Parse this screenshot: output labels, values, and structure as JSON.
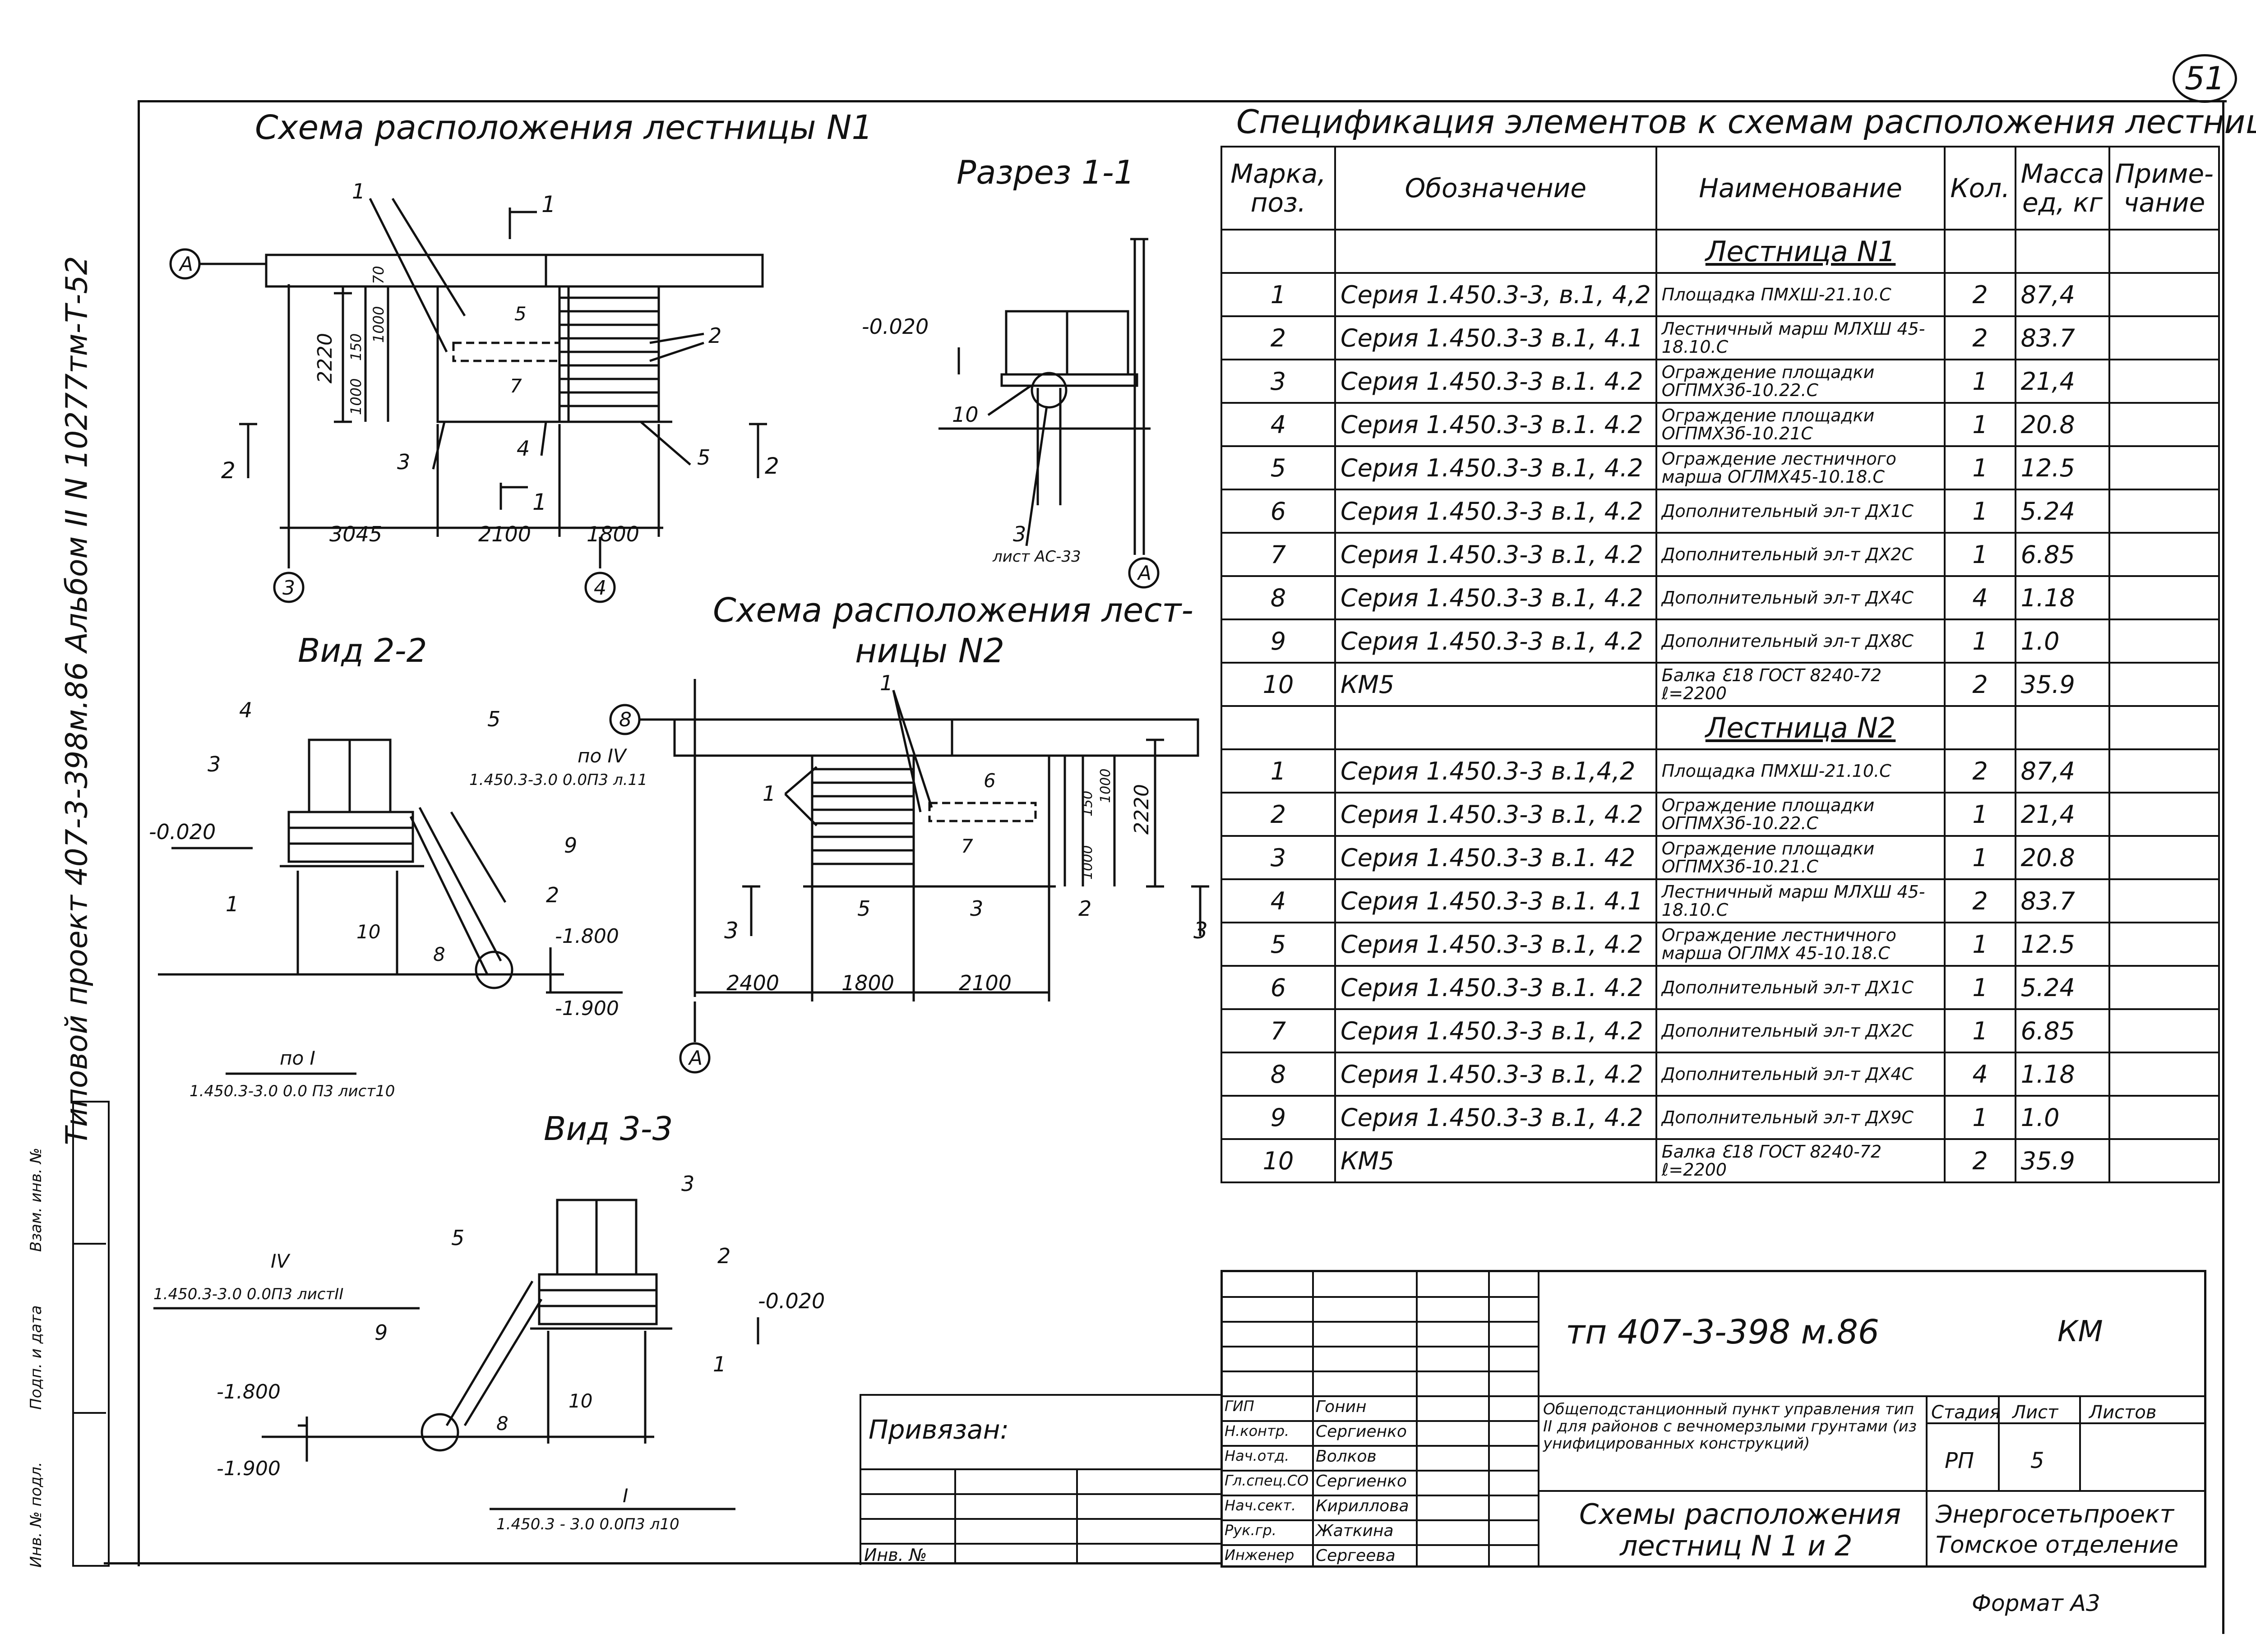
{
  "sheet": {
    "page_number": "51",
    "side_stamp": "Типовой проект 407-3-398м.86 Альбом II N 10277тм-Т-52",
    "side_labels": [
      "Инв. № подл.",
      "Подп. и дата",
      "Взам. инв. №"
    ],
    "format": "Формат А3"
  },
  "views": {
    "stair1_title": "Схема расположения лестницы N1",
    "section_title": "Разрез 1-1",
    "stair2_title_line1": "Схема расположения лест-",
    "stair2_title_line2": "ницы N2",
    "view22_title": "Вид 2-2",
    "view33_title": "Вид 3-3"
  },
  "plan1": {
    "axis_a": "А",
    "axis_3": "3",
    "axis_4": "4",
    "dims": [
      "3045",
      "2100",
      "1800",
      "2220",
      "1000",
      "150",
      "1000",
      "70"
    ],
    "section_mark": "1",
    "cut2": "2",
    "callouts": [
      "1",
      "2",
      "3",
      "4",
      "5",
      "5",
      "7"
    ]
  },
  "section11": {
    "level": "-0.020",
    "callout10": "10",
    "callout3": "3",
    "sheet_ref": "лист АС-33",
    "axis_a": "А"
  },
  "plan2": {
    "axis_8": "8",
    "axis_a": "А",
    "dims": [
      "2400",
      "1800",
      "2100",
      "2220",
      "1000",
      "150",
      "1000"
    ],
    "callouts": [
      "1",
      "1",
      "6",
      "7",
      "5",
      "3",
      "2"
    ],
    "cut3": "3"
  },
  "view22": {
    "level1": "-0.020",
    "level2": "-1.800",
    "level3": "-1.900",
    "ref_iv": "по IV",
    "ref_iv_text": "1.450.3-3.0 0.0П3 л.11",
    "ref_i": "по I",
    "ref_i_text": "1.450.3-3.0 0.0 П3 лист10",
    "callouts": [
      "4",
      "3",
      "5",
      "9",
      "2",
      "1",
      "10",
      "8"
    ]
  },
  "view33": {
    "level1": "-0.020",
    "level2": "-1.800",
    "level3": "-1.900",
    "ref_iv": "IV",
    "ref_iv_text": "1.450.3-3.0 0.0П3 листII",
    "ref_i": "I",
    "ref_i_text": "1.450.3 - 3.0 0.0П3 л10",
    "callouts": [
      "3",
      "5",
      "2",
      "9",
      "8",
      "10",
      "1"
    ]
  },
  "spec": {
    "title": "Спецификация элементов к схемам расположения лестниц",
    "headers": [
      "Марка, поз.",
      "Обозначение",
      "Наименование",
      "Кол.",
      "Масса ед, кг",
      "Приме- чание"
    ],
    "group1": "Лестница N1",
    "group2": "Лестница N2",
    "rows1": [
      [
        "1",
        "Серия 1.450.3-3, в.1, 4,2",
        "Площадка ПМХШ-21.10.С",
        "2",
        "87,4"
      ],
      [
        "2",
        "Серия 1.450.3-3 в.1, 4.1",
        "Лестничный марш МЛХШ 45-18.10.С",
        "2",
        "83.7"
      ],
      [
        "3",
        "Серия 1.450.3-3 в.1. 4.2",
        "Ограждение площадки ОГПМХ3б-10.22.С",
        "1",
        "21,4"
      ],
      [
        "4",
        "Серия 1.450.3-3 в.1. 4.2",
        "Ограждение площадки ОГПМХ3б-10.21С",
        "1",
        "20.8"
      ],
      [
        "5",
        "Серия 1.450.3-3 в.1, 4.2",
        "Ограждение лестничного марша ОГЛМХ45-10.18.С",
        "1",
        "12.5"
      ],
      [
        "6",
        "Серия 1.450.3-3 в.1, 4.2",
        "Дополнительный эл-т ДХ1С",
        "1",
        "5.24"
      ],
      [
        "7",
        "Серия 1.450.3-3 в.1, 4.2",
        "Дополнительный эл-т ДХ2С",
        "1",
        "6.85"
      ],
      [
        "8",
        "Серия 1.450.3-3 в.1, 4.2",
        "Дополнительный эл-т ДХ4С",
        "4",
        "1.18"
      ],
      [
        "9",
        "Серия 1.450.3-3 в.1, 4.2",
        "Дополнительный эл-т ДХ8С",
        "1",
        "1.0"
      ],
      [
        "10",
        "КМ5",
        "Балка Ɛ18 ГОСТ 8240-72 ℓ=2200",
        "2",
        "35.9"
      ]
    ],
    "rows2": [
      [
        "1",
        "Серия 1.450.3-3 в.1,4,2",
        "Площадка ПМХШ-21.10.С",
        "2",
        "87,4"
      ],
      [
        "2",
        "Серия 1.450.3-3 в.1, 4.2",
        "Ограждение площадки ОГПМХ3б-10.22.С",
        "1",
        "21,4"
      ],
      [
        "3",
        "Серия 1.450.3-3 в.1. 42",
        "Ограждение площадки ОГПМХ3б-10.21.С",
        "1",
        "20.8"
      ],
      [
        "4",
        "Серия 1.450.3-3 в.1. 4.1",
        "Лестничный марш МЛХШ 45-18.10.С",
        "2",
        "83.7"
      ],
      [
        "5",
        "Серия 1.450.3-3 в.1, 4.2",
        "Ограждение лестничного марша ОГЛМХ 45-10.18.С",
        "1",
        "12.5"
      ],
      [
        "6",
        "Серия 1.450.3-3 в.1. 4.2",
        "Дополнительный эл-т ДХ1С",
        "1",
        "5.24"
      ],
      [
        "7",
        "Серия 1.450.3-3 в.1, 4.2",
        "Дополнительный эл-т ДХ2С",
        "1",
        "6.85"
      ],
      [
        "8",
        "Серия 1.450.3-3 в.1, 4.2",
        "Дополнительный эл-т ДХ4С",
        "4",
        "1.18"
      ],
      [
        "9",
        "Серия 1.450.3-3 в.1, 4.2",
        "Дополнительный эл-т ДХ9С",
        "1",
        "1.0"
      ],
      [
        "10",
        "КМ5",
        "Балка Ɛ18 ГОСТ 8240-72 ℓ=2200",
        "2",
        "35.9"
      ]
    ]
  },
  "title_block": {
    "code": "тп 407-3-398 м.86",
    "mark": "КМ",
    "roles": [
      "ГИП",
      "Н.контр.",
      "Нач.отд.",
      "Гл.спец.СО",
      "Нач.сект.",
      "Рук.гр.",
      "Инженер"
    ],
    "names": [
      "Гонин",
      "Сергиенко",
      "Волков",
      "Сергиенко",
      "Кириллова",
      "Жаткина",
      "Сергеева"
    ],
    "object": "Общеподстанционный пункт управления тип II для районов с вечномерзлыми грунтами (из унифицированных конструкций)",
    "stage_h": "Стадия",
    "sheet_h": "Лист",
    "sheets_h": "Листов",
    "stage": "РП",
    "sheet": "5",
    "drawing_title_1": "Схемы расположения",
    "drawing_title_2": "лестниц N 1 и 2",
    "org_1": "Энергосетьпроект",
    "org_2": "Томское отделение",
    "linked": "Привязан:",
    "inv": "Инв. №"
  }
}
